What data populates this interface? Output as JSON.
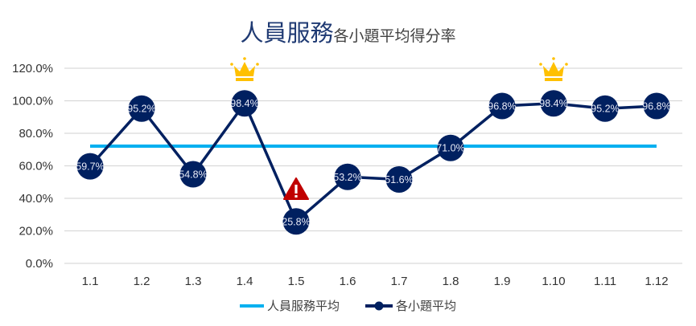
{
  "chart_data": {
    "type": "line",
    "title": "人員服務",
    "subtitle": "各小題平均得分率",
    "categories": [
      "1.1",
      "1.2",
      "1.3",
      "1.4",
      "1.5",
      "1.6",
      "1.7",
      "1.8",
      "1.9",
      "1.10",
      "1.11",
      "1.12"
    ],
    "series": [
      {
        "name": "人員服務平均",
        "kind": "constant-line",
        "value": 72.1,
        "color": "#00b0f0"
      },
      {
        "name": "各小題平均",
        "kind": "line-with-markers",
        "values": [
          59.7,
          95.2,
          54.8,
          98.4,
          25.8,
          53.2,
          51.6,
          71.0,
          96.8,
          98.4,
          95.2,
          96.8
        ],
        "labels": [
          "59.7%",
          "95.2%",
          "54.8%",
          "98.4%",
          "25.8%",
          "53.2%",
          "51.6%",
          "71.0%",
          "96.8%",
          "98.4%",
          "95.2%",
          "96.8%"
        ],
        "color": "#002060"
      }
    ],
    "ylim": [
      0,
      120
    ],
    "yticks": [
      "0.0%",
      "20.0%",
      "40.0%",
      "60.0%",
      "80.0%",
      "100.0%",
      "120.0%"
    ],
    "grid": true,
    "legend": "bottom",
    "annotations": [
      {
        "category": "1.4",
        "icon": "crown-icon",
        "color": "#ffc000"
      },
      {
        "category": "1.10",
        "icon": "crown-icon",
        "color": "#ffc000"
      },
      {
        "category": "1.5",
        "icon": "warning-icon",
        "color": "#c00000"
      }
    ]
  }
}
